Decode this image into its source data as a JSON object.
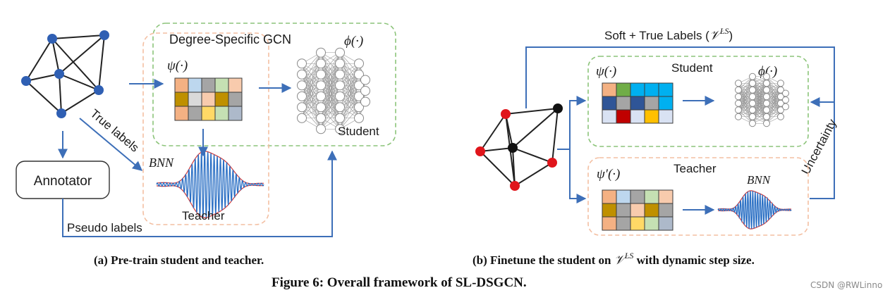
{
  "colors": {
    "node_blue": "#2f5fb3",
    "node_red": "#e0151b",
    "node_black": "#111111",
    "student_box": "#8cc47a",
    "teacher_box": "#f3bfa2",
    "arrow": "#3d6fb8",
    "wave_blue": "#2a6fc4",
    "wave_red": "#d23a3a"
  },
  "left": {
    "gcn_title": "Degree-Specific GCN",
    "phi": "ϕ(·)",
    "psi": "ψ(·)",
    "student": "Student",
    "bnn": "BNN",
    "teacher": "Teacher",
    "true_labels": "True labels",
    "annotator": "Annotator",
    "pseudo_labels": "Pseudo labels",
    "matrix_colors": [
      [
        "#f4b183",
        "#bdd7ee",
        "#a5a5a5",
        "#c5e0b3",
        "#f8cbad"
      ],
      [
        "#bf9000",
        "#d9d9d9",
        "#f8cbad",
        "#bf9000",
        "#a5a5a5"
      ],
      [
        "#f4b183",
        "#a5a5a5",
        "#ffd966",
        "#c5e0b3",
        "#adb9ca"
      ]
    ]
  },
  "right": {
    "soft_true_labels": "Soft + True Labels (",
    "v_ls": "𝒱",
    "ls_sup": "LS",
    "close_paren": ")",
    "psi": "ψ(·)",
    "student": "Student",
    "phi": "ϕ(·)",
    "uncertainty": "Uncertainty",
    "psi_prime": "ψ′(·)",
    "teacher": "Teacher",
    "bnn": "BNN",
    "student_matrix": [
      [
        "#f4b183",
        "#70ad47",
        "#00b0f0",
        "#00b0f0",
        "#00b0f0"
      ],
      [
        "#2f5597",
        "#a5a5a5",
        "#2f5597",
        "#a5a5a5",
        "#00b0f0"
      ],
      [
        "#d9e2f3",
        "#c00000",
        "#d9e2f3",
        "#ffc000",
        "#d9e2f3"
      ]
    ],
    "teacher_matrix": [
      [
        "#f4b183",
        "#bdd7ee",
        "#a5a5a5",
        "#c5e0b3",
        "#f8cbad"
      ],
      [
        "#bf9000",
        "#a5a5a5",
        "#f8cbad",
        "#bf9000",
        "#a5a5a5"
      ],
      [
        "#f4b183",
        "#a5a5a5",
        "#ffd966",
        "#c5e0b3",
        "#adb9ca"
      ]
    ]
  },
  "captions": {
    "a": "(a) Pre-train student and teacher.",
    "b_pre": "(b) Finetune the student on ",
    "b_v": "𝒱",
    "b_sup": "LS",
    "b_post": " with dynamic step size.",
    "figure": "Figure 6: Overall framework of SL-DSGCN."
  },
  "watermark": "CSDN @RWLinno"
}
